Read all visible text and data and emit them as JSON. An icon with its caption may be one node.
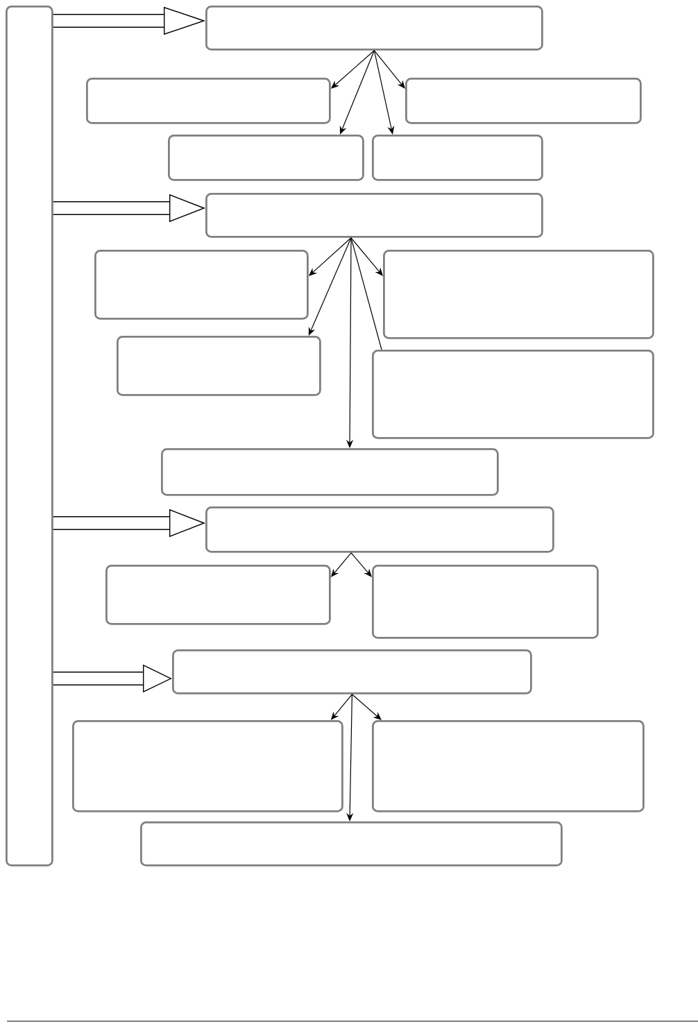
{
  "diagram": {
    "nodes": [
      {
        "text": [],
        "shape": "box"
      },
      {
        "text": [],
        "shape": "box"
      },
      {
        "text": [],
        "shape": "box"
      },
      {
        "text": [],
        "shape": "box"
      },
      {
        "text": [],
        "shape": "box"
      },
      {
        "text": [],
        "shape": "box"
      },
      {
        "text": [],
        "shape": "box"
      },
      {
        "text": [],
        "shape": "box"
      },
      {
        "text": [],
        "shape": "box"
      },
      {
        "text": [],
        "shape": "box"
      },
      {
        "text": [],
        "shape": "box"
      },
      {
        "text": [],
        "shape": "box"
      },
      {
        "text": [],
        "shape": "box"
      },
      {
        "text": [],
        "shape": "box"
      },
      {
        "text": [],
        "shape": "box"
      },
      {
        "text": [],
        "shape": "box"
      },
      {
        "text": [],
        "shape": "box"
      },
      {
        "text": [],
        "shape": "box"
      },
      {
        "text": [],
        "shape": "box"
      }
    ],
    "edges": [
      {
        "from": 0,
        "to": 1,
        "arrow": "to",
        "style": "thick"
      },
      {
        "from": 1,
        "to": 2,
        "arrow": "to"
      },
      {
        "from": 1,
        "to": 4,
        "arrow": "to"
      },
      {
        "from": 1,
        "to": 5,
        "arrow": "to"
      },
      {
        "from": 1,
        "to": 3,
        "arrow": "to"
      },
      {
        "from": 0,
        "to": 6,
        "arrow": "to",
        "style": "thick"
      },
      {
        "from": 6,
        "to": 7,
        "arrow": "to"
      },
      {
        "from": 6,
        "to": 9,
        "arrow": "to"
      },
      {
        "from": 6,
        "to": 11,
        "arrow": "to"
      },
      {
        "from": 6,
        "to": 10,
        "arrow": "none"
      },
      {
        "from": 6,
        "to": 8,
        "arrow": "to"
      },
      {
        "from": 0,
        "to": 12,
        "arrow": "to",
        "style": "thick"
      },
      {
        "from": 12,
        "to": 13,
        "arrow": "to"
      },
      {
        "from": 12,
        "to": 14,
        "arrow": "to"
      },
      {
        "from": 0,
        "to": 15,
        "arrow": "to",
        "style": "thick"
      },
      {
        "from": 15,
        "to": 16,
        "arrow": "to"
      },
      {
        "from": 15,
        "to": 18,
        "arrow": "to"
      },
      {
        "from": 15,
        "to": 17,
        "arrow": "to"
      }
    ]
  }
}
